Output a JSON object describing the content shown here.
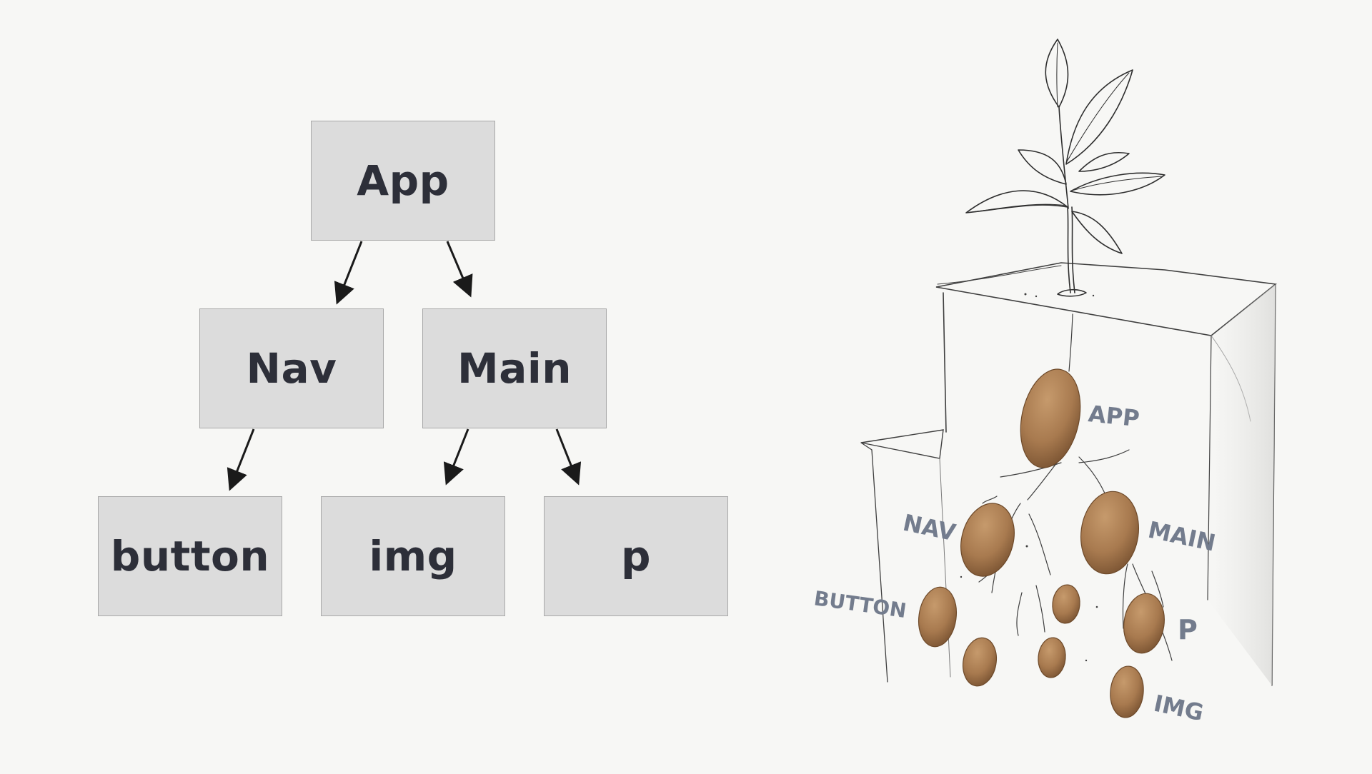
{
  "diagram": {
    "nodes": {
      "app": "App",
      "nav": "Nav",
      "main": "Main",
      "button": "button",
      "img": "img",
      "p": "p"
    }
  },
  "illustration": {
    "labels": {
      "app": "APP",
      "nav": "NAV",
      "main": "MAIN",
      "button": "BUTTON",
      "p": "P",
      "img": "IMG"
    }
  },
  "colors": {
    "background": "#f7f7f5",
    "node_fill": "#dcdcdc",
    "node_border": "#a8a8a8",
    "node_text": "#2d2f39",
    "arrow": "#1a1a1a",
    "potato": "#a87a4f",
    "sketch_label": "#737c8d"
  }
}
